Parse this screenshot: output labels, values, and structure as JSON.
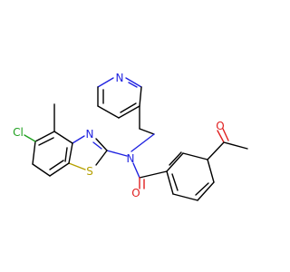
{
  "molecule": {
    "atoms": {
      "n_pyridine": "N",
      "n_amide": "N",
      "n_thiazole": "N",
      "s_thiazole": "S",
      "o_amide": "O",
      "o_acetyl": "O",
      "cl": "Cl"
    },
    "colors": {
      "carbon": "#000000",
      "nitrogen": "#1f22e0",
      "oxygen": "#e01f1f",
      "sulfur": "#b5a000",
      "chlorine": "#1fa01f"
    }
  }
}
